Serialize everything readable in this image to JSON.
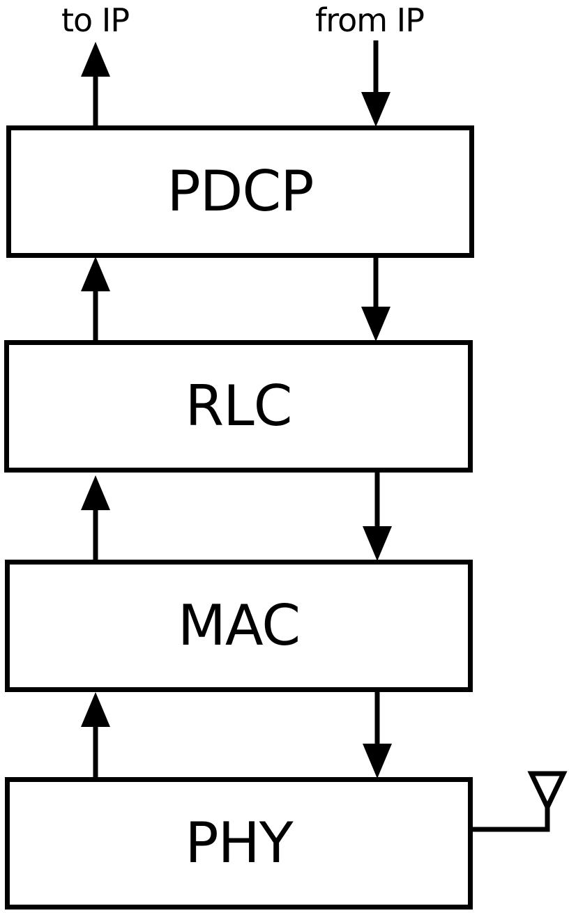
{
  "labels": {
    "to_ip": "to IP",
    "from_ip": "from IP"
  },
  "layers": {
    "pdcp": "PDCP",
    "rlc": "RLC",
    "mac": "MAC",
    "phy": "PHY"
  },
  "colors": {
    "stroke": "#000000",
    "background": "#ffffff"
  }
}
